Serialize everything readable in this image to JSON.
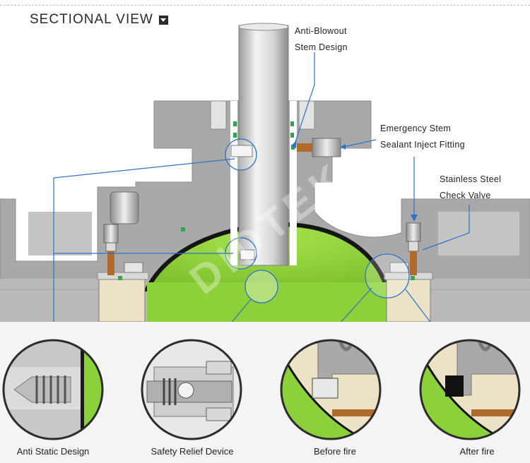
{
  "header": {
    "title": "SECTIONAL VIEW",
    "toggle_icon": "caret-down-icon"
  },
  "callouts": {
    "anti_blowout": [
      "Anti-Blowout",
      "Stem Design"
    ],
    "emergency_stem": [
      "Emergency Stem",
      "Sealant Inject Fitting"
    ],
    "check_valve": [
      "Stainless Steel",
      "Check Valve"
    ]
  },
  "details": [
    {
      "caption": "Anti Static Design"
    },
    {
      "caption": "Safety Relief Device"
    },
    {
      "caption": "Before fire"
    },
    {
      "caption": "After fire"
    }
  ],
  "watermark": "DIDTEK",
  "colors": {
    "ball_green": "#8cd13a",
    "body_gray": "#a9a9a9",
    "seat_cream": "#ece3c6",
    "leader_blue": "#2f72c8",
    "seal_bronze": "#b06a2a"
  }
}
